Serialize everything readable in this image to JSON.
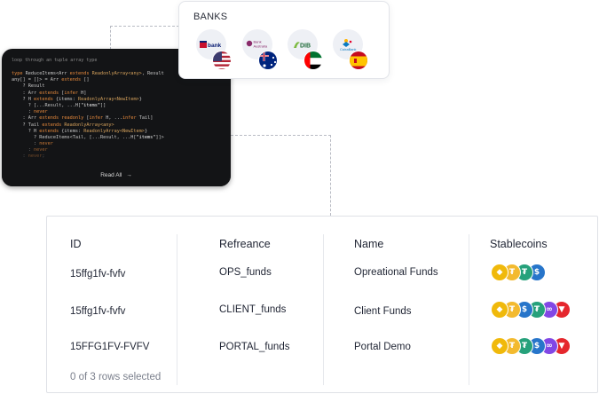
{
  "code_card": {
    "header": "loop through an tuple array type",
    "lines": [
      "type ReduceItems<Arr extends ReadonlyArray<any>, Result",
      "any[] = []> = Arr extends []",
      "    ? Result",
      "    : Arr extends [infer H]",
      "    ? H extends {items: ReadonlyArray<NewItem>}",
      "      ? [...Result, ...H[\"items\"]]",
      "      : never",
      "    : Arr extends readonly [infer H, ...infer Tail]",
      "    ? Tail extends ReadonlyArray<any>",
      "      ? H extends {items: ReadonlyArray<NewItem>}",
      "        ? ReduceItems<Tail, [...Result, ...H[\"items\"]]>",
      "        : never",
      "      : never",
      "    : never;"
    ],
    "read_all": "Read All",
    "arrow": "→"
  },
  "banks": {
    "title": "BANKS",
    "items": [
      {
        "name": "US bank",
        "flag": "United States",
        "logo_color": "#c8102e"
      },
      {
        "name": "Bank Australia",
        "flag": "Australia",
        "logo_color": "#8a2a6a"
      },
      {
        "name": "DIB",
        "flag": "United Arab Emirates",
        "logo_color": "#1f6b3a"
      },
      {
        "name": "CaixaBank",
        "flag": "Spain",
        "logo_color": "#0a7bc1"
      }
    ]
  },
  "table": {
    "headers": [
      "ID",
      "Refreance",
      "Name",
      "Stablecoins"
    ],
    "rows": [
      {
        "id": "15ffg1fv-fvfv",
        "reference": "OPS_funds",
        "name": "Opreational Funds",
        "coins": [
          "BNB",
          "USDT",
          "Tether",
          "USDC"
        ]
      },
      {
        "id": "15ffg1fv-fvfv",
        "reference": "CLIENT_funds",
        "name": "Client Funds",
        "coins": [
          "BNB",
          "USDT",
          "USDC",
          "Tether",
          "Polygon",
          "Tron"
        ]
      },
      {
        "id": "15FFG1FV-FVFV",
        "reference": "PORTAL_funds",
        "name": "Portal Demo",
        "coins": [
          "BNB",
          "USDT",
          "Tether",
          "USDC",
          "Polygon",
          "Tron"
        ]
      }
    ],
    "footer": "0 of 3 rows selected"
  },
  "colors": {
    "coin_BNB": "#f0b90b",
    "coin_USDT": "#f3ba2f",
    "coin_Tether": "#26a17b",
    "coin_USDC": "#2775ca",
    "coin_Polygon": "#8247e5",
    "coin_Tron": "#e5272d"
  }
}
